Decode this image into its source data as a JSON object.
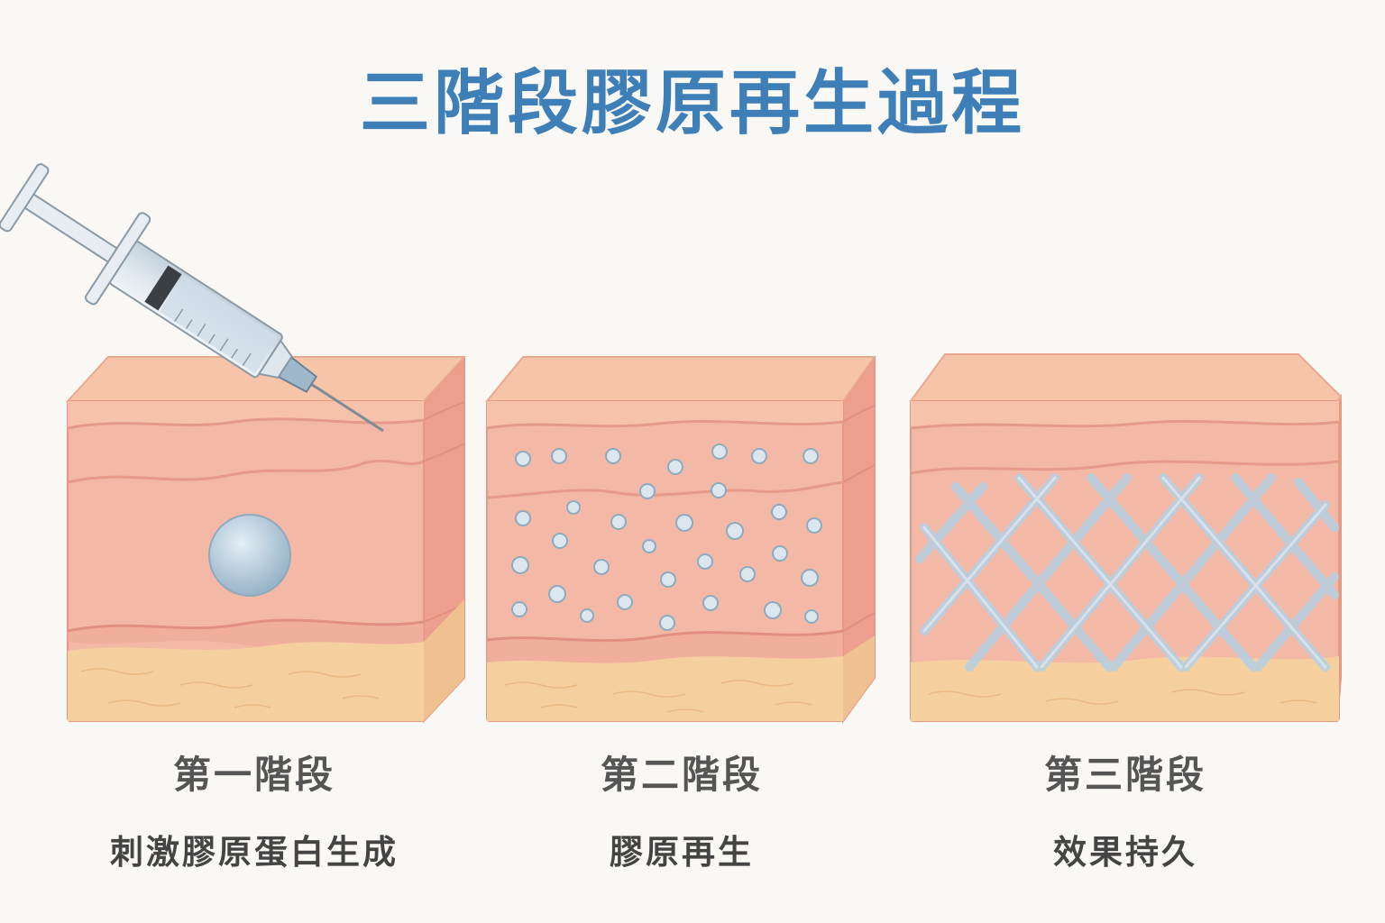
{
  "title": "三階段膠原再生過程",
  "stages": [
    {
      "name": "第一階段",
      "desc": "刺激膠原蛋白生成"
    },
    {
      "name": "第二階段",
      "desc": "膠原再生"
    },
    {
      "name": "第三階段",
      "desc": "效果持久"
    }
  ],
  "icons": [
    "syringe-icon",
    "filler-droplet-icon",
    "collagen-dots-icon",
    "collagen-mesh-icon"
  ],
  "colors": {
    "title": "#3f7fb8",
    "skin_top": "#f6c1a6",
    "skin_front": "#f4b6a4",
    "skin_side": "#ec9f8e",
    "fat_layer": "#f6cf9f",
    "collagen": "#b9cfe0",
    "text": "#444444"
  }
}
